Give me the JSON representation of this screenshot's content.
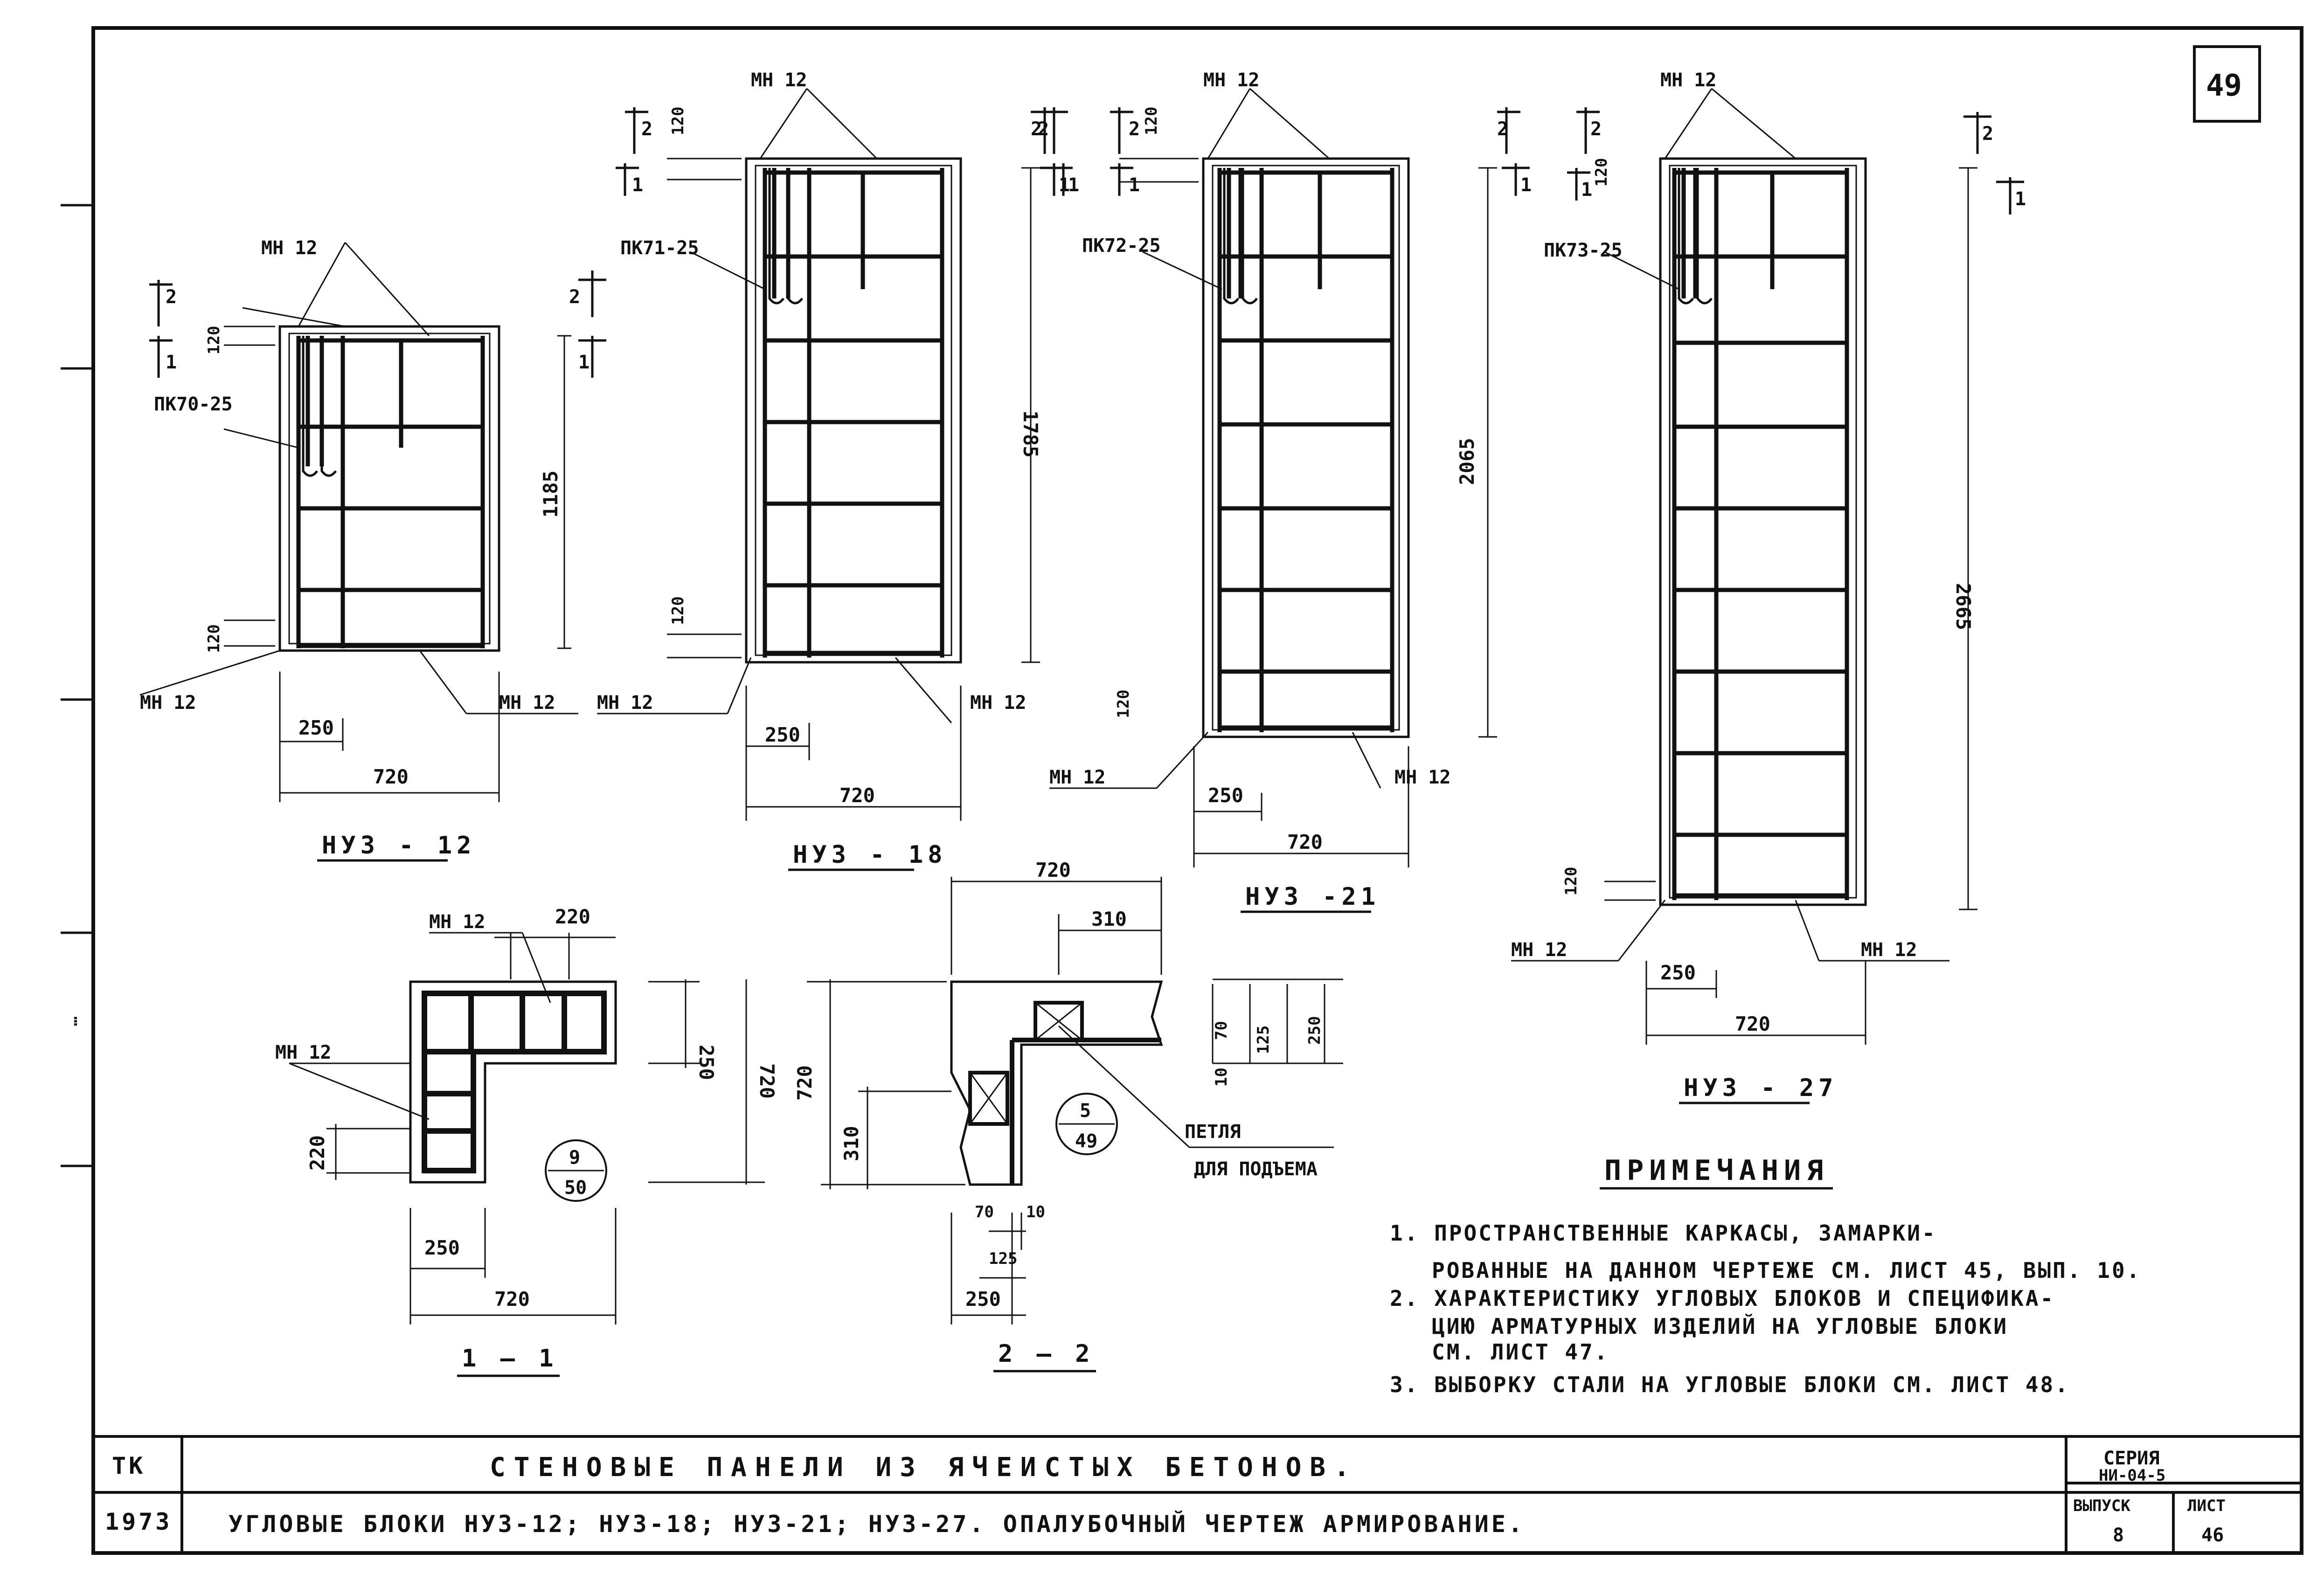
{
  "sheet": {
    "page_number": "49",
    "margin_text": "…",
    "title_block": {
      "tk": "ТК",
      "year": "1973",
      "main_title": "СТЕНОВЫЕ ПАНЕЛИ ИЗ ЯЧЕИСТЫХ БЕТОНОВ.",
      "subtitle": "УГЛОВЫЕ БЛОКИ   НУЗ-12; НУЗ-18; НУЗ-21; НУЗ-27.  ОПАЛУБОЧНЫЙ ЧЕРТЕЖ  АРМИРОВАНИЕ.",
      "series_label": "СЕРИЯ",
      "series_value": "НИ-04-5",
      "issue_label": "ВЫПУСК",
      "issue_value": "8",
      "sheet_label": "ЛИСТ",
      "sheet_value": "46"
    }
  },
  "panels": {
    "p12": {
      "caption": "НУЗ - 12",
      "mark_top": "МН 12",
      "mark_bl": "МН 12",
      "mark_br": "МН 12",
      "frame": "ПК70-25",
      "height": "1185",
      "d120t": "120",
      "d120b": "120",
      "w250": "250",
      "w720": "720",
      "sec2": "2",
      "sec1": "1"
    },
    "p18": {
      "caption": "НУЗ - 18",
      "mark_top": "МН 12",
      "mark_bl": "МН 12",
      "mark_br": "МН 12",
      "frame": "ПК71-25",
      "height": "1785",
      "d120t": "120",
      "d120b": "120",
      "w250": "250",
      "w720": "720",
      "sec2": "2",
      "sec1": "1"
    },
    "p21": {
      "caption": "НУЗ -21",
      "mark_top": "МН 12",
      "mark_bl": "МН 12",
      "mark_br": "МН 12",
      "frame": "ПК72-25",
      "height": "2065",
      "d120t": "120",
      "d120b": "120",
      "w250": "250",
      "w720": "720",
      "sec2": "2",
      "sec1": "1"
    },
    "p27": {
      "caption": "НУЗ - 27",
      "mark_top": "МН 12",
      "mark_bl": "МН 12",
      "mark_br": "МН 12",
      "frame": "ПК73-25",
      "height": "2665",
      "d120t": "120",
      "d120b": "120",
      "w250": "250",
      "w720": "720",
      "sec2": "2",
      "sec1": "1"
    }
  },
  "section11": {
    "caption": "1 — 1",
    "mark_top": "МН 12",
    "mark_left": "МН 12",
    "d220top": "220",
    "d220left": "220",
    "d250v": "250",
    "d720v": "720",
    "d250h": "250",
    "d720h": "720",
    "ref_num": "9",
    "ref_den": "50"
  },
  "section22": {
    "caption": "2 — 2",
    "d720top": "720",
    "d310top": "310",
    "d720left": "720",
    "d310left": "310",
    "d70": "70",
    "d10": "10",
    "d125": "125",
    "d250": "250",
    "ref_num": "5",
    "ref_den": "49",
    "loop1": "ПЕТЛЯ",
    "loop2": "ДЛЯ ПОДЪЕМА",
    "v10": "10",
    "v70": "70",
    "v125": "125",
    "v250": "250"
  },
  "notes": {
    "header": "ПРИМЕЧАНИЯ",
    "lines": [
      "1. ПРОСТРАНСТВЕННЫЕ КАРКАСЫ, ЗАМАРКИ-",
      "РОВАННЫЕ НА ДАННОМ ЧЕРТЕЖЕ СМ. ЛИСТ 45, ВЫП. 10.",
      "2. ХАРАКТЕРИСТИКУ УГЛОВЫХ БЛОКОВ И СПЕЦИФИКА-",
      "ЦИЮ АРМАТУРНЫХ ИЗДЕЛИЙ НА УГЛОВЫЕ БЛОКИ",
      "СМ. ЛИСТ 47.",
      "3. ВЫБОРКУ СТАЛИ НА УГЛОВЫЕ БЛОКИ СМ. ЛИСТ 48."
    ]
  }
}
